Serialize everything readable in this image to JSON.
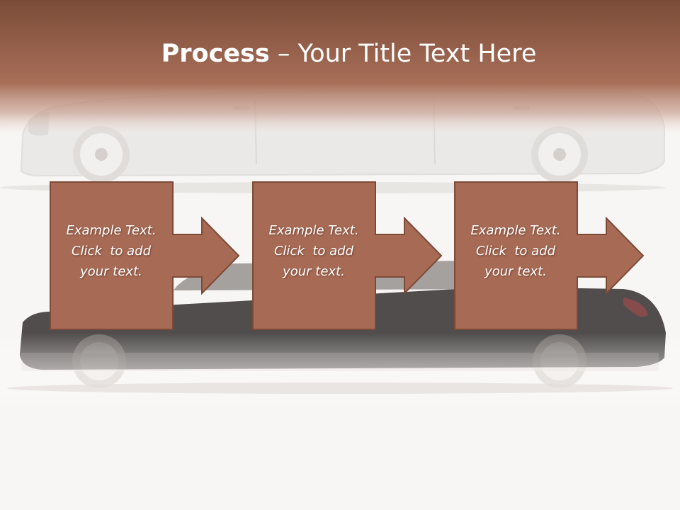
{
  "slide": {
    "title_bold": "Process",
    "title_rest": " – Your Title Text Here",
    "background_image": "limousine-cars",
    "colors": {
      "header_top": "#7a4c38",
      "header_mid": "#a86e58",
      "accent": "#a76b55",
      "accent_border": "#7d4a37",
      "background": "#f8f6f4",
      "text": "#ffffff"
    }
  },
  "steps": [
    {
      "line1": "Example Text.",
      "line2": "Click  to add",
      "line3": "your text.",
      "arrow": "right-arrow-icon"
    },
    {
      "line1": "Example Text.",
      "line2": "Click  to add",
      "line3": "your text.",
      "arrow": "right-arrow-icon"
    },
    {
      "line1": "Example Text.",
      "line2": "Click  to add",
      "line3": "your text.",
      "arrow": "right-arrow-icon"
    }
  ]
}
